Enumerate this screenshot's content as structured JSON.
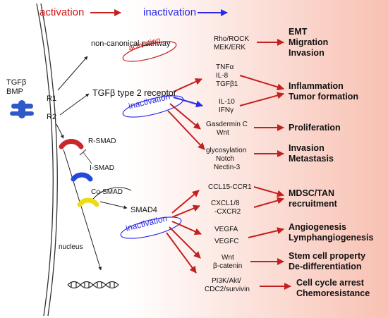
{
  "legend": {
    "activation": "activation",
    "inactivation": "inactivation",
    "activation_color": "#d0101a",
    "inactivation_color": "#2a2ae8"
  },
  "membrane": {
    "ligand_label_1": "TGFβ",
    "ligand_label_2": "BMP",
    "receptor_1": "R1",
    "receptor_2": "R2",
    "nucleus": "nucleus"
  },
  "pathways": {
    "non_canonical": "non-canonical pathway",
    "non_canonical_state": "activation",
    "receptor_state_title": "TGFβ type 2 receptor",
    "receptor_state": "inactivation",
    "smad4": "SMAD4",
    "smad4_state": "inactivation",
    "r_smad": "R-SMAD",
    "i_smad": "I-SMAD",
    "co_smad": "Co-SMAD"
  },
  "mediators": {
    "rho_rock": "Rho/ROCK",
    "mek_erk": "MEK/ERK",
    "tnfa": "TNFα",
    "il8": "IL-8",
    "tgfb1": "TGFβ1",
    "il10": "IL-10",
    "ifng": "IFNγ",
    "gasdermin": "Gasdermin C",
    "wnt1": "Wnt",
    "glyco": "glycosylation",
    "notch": "Notch",
    "nectin": "Nectin-3",
    "ccl15": "CCL15-CCR1",
    "cxcl": "CXCL1/8",
    "cxcr2": "-CXCR2",
    "vegfa": "VEGFA",
    "vegfc": "VEGFC",
    "wnt2": "Wnt",
    "bcatenin": "β-catenin",
    "pi3k": "PI3K/Akt/",
    "cdc2": "CDC2/survivin"
  },
  "outcomes": {
    "emt": "EMT",
    "migration": "Migration",
    "invasion1": "Invasion",
    "inflammation": "Inflammation",
    "tumor": "Tumor formation",
    "proliferation": "Proliferation",
    "invasion2": "Invasion",
    "metastasis": "Metastasis",
    "mdsc": "MDSC/TAN",
    "recruitment": "recruitment",
    "angio": "Angiogenesis",
    "lymph": "Lymphangiogenesis",
    "stem": "Stem cell property",
    "dediff": "De-differentiation",
    "cellcycle": "Cell cycle arrest",
    "chemo": "Chemoresistance"
  },
  "colors": {
    "r_smad": "#c8282a",
    "i_smad": "#2448d8",
    "co_smad": "#ecdc18",
    "receptor": "#2f58c8",
    "arrow_red": "#c32020",
    "arrow_blue": "#2a2ae8",
    "bg_right": "#f8c1b3"
  }
}
